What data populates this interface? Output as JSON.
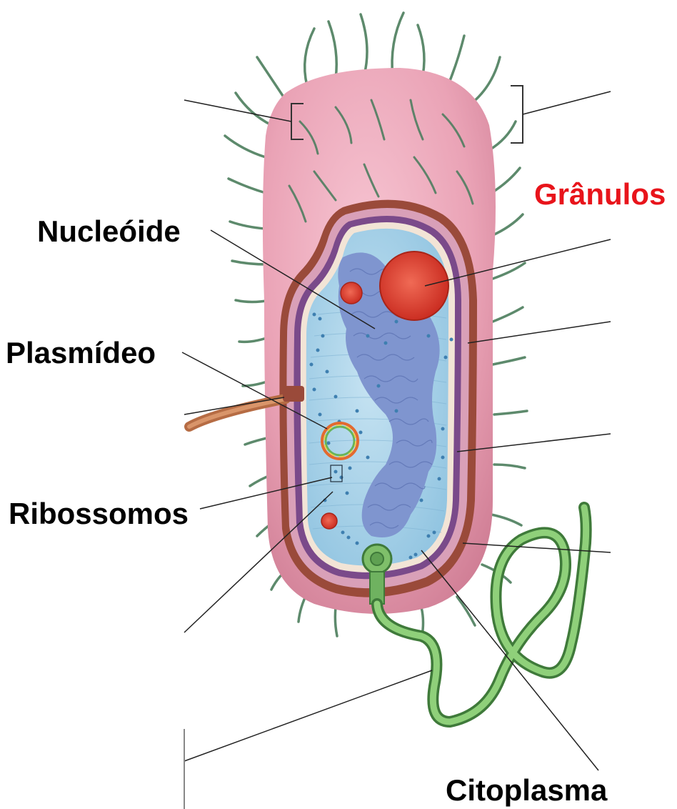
{
  "labels": {
    "nucleoid": "Nucleóide",
    "granules": "Grânulos",
    "plasmid": "Plasmídeo",
    "ribosomes": "Ribossomos",
    "cytoplasm": "Citoplasma"
  },
  "colors": {
    "label_default": "#000000",
    "label_highlight": "#e8141b",
    "capsule": "#e9a7b8",
    "cell_wall": "#9a4a3a",
    "membrane": "#7a4a8a",
    "cytoplasm": "#a9d3ea",
    "nucleoid": "#7f95cf",
    "granule": "#dd3b2b",
    "pili": "#5d8a6c",
    "flagellum": "#7fbf6a",
    "fimbria": "#c58056",
    "leader_line": "#222222"
  }
}
